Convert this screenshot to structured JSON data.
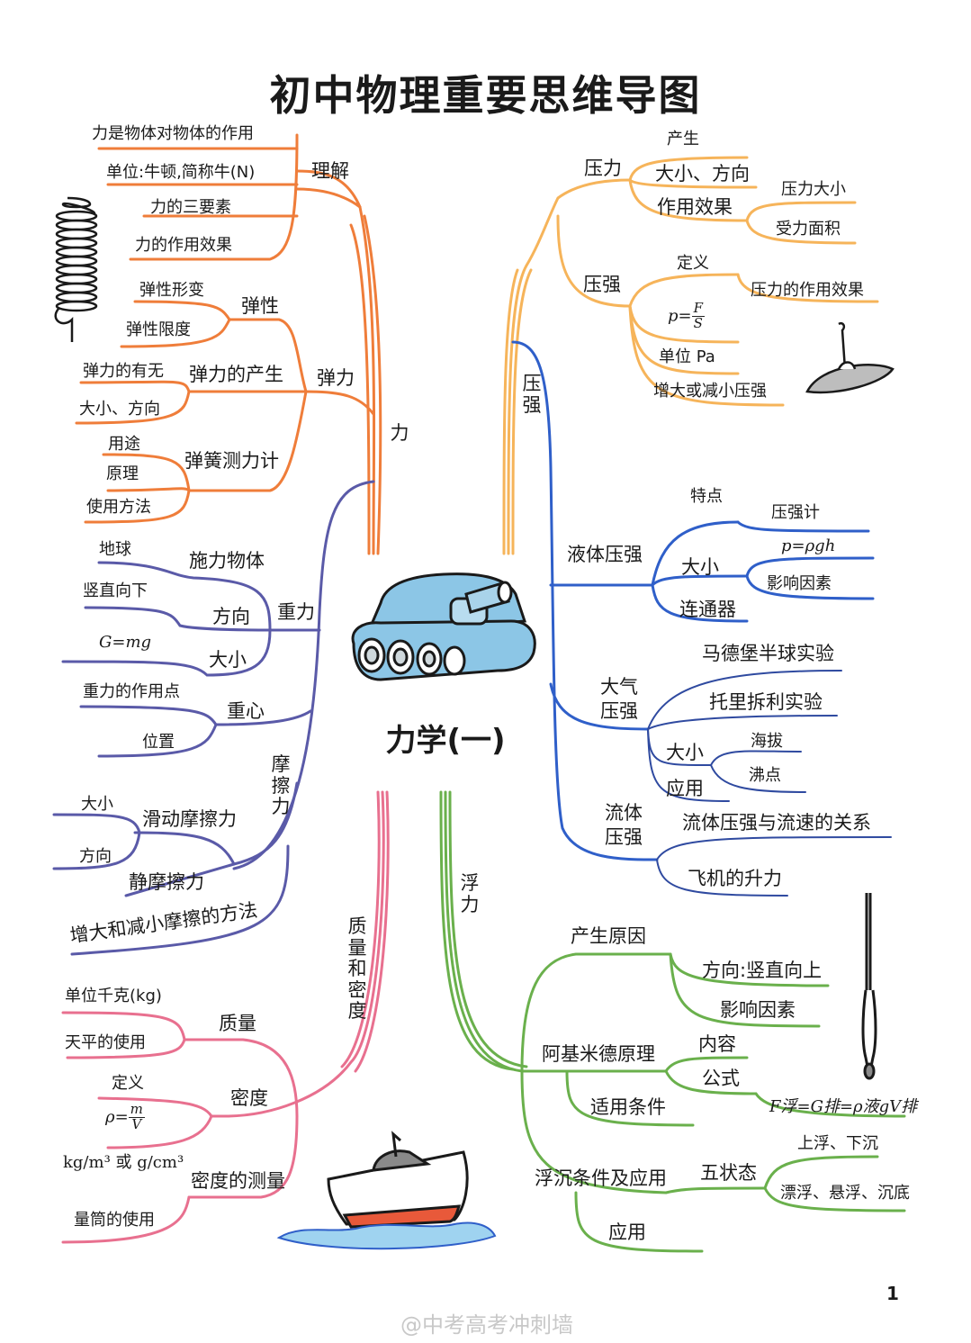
{
  "title": "初中物理重要思维导图",
  "center": "力学(一)",
  "page_number": "1",
  "watermark": "@中考高考冲刺墙",
  "colors": {
    "force": "#ef7d3a",
    "gravity_friction": "#5a5aa8",
    "mass_density": "#e8708f",
    "pressure": "#f6b45a",
    "pressure_blue": "#2f5fc9",
    "buoyancy": "#6ab04c",
    "tank": "#8cc6e6"
  },
  "left": {
    "force": {
      "label": "力",
      "understand": {
        "label": "理解",
        "items": [
          "力是物体对物体的作用",
          "单位:牛顿,简称牛(N)",
          "力的三要素",
          "力的作用效果"
        ]
      },
      "elastic_force": {
        "label": "弹力",
        "elasticity": {
          "label": "弹性",
          "items": [
            "弹性形变",
            "弹性限度"
          ]
        },
        "production": {
          "label": "弹力的产生",
          "items": [
            "弹力的有无",
            "大小、方向"
          ]
        },
        "spring_scale": {
          "label": "弹簧测力计",
          "items": [
            "用途",
            "原理",
            "使用方法"
          ]
        }
      }
    },
    "gravity": {
      "label": "重力",
      "applier": {
        "label": "施力物体",
        "item": "地球"
      },
      "direction": {
        "label": "方向",
        "item": "竖直向下"
      },
      "magnitude": {
        "label": "大小",
        "item": "G=mg"
      },
      "center": {
        "label": "重心",
        "items": [
          "重力的作用点",
          "位置"
        ]
      }
    },
    "friction": {
      "label": "摩擦力",
      "sliding": "滑动摩擦力",
      "static": "静摩擦力",
      "sub_items": [
        "大小",
        "方向"
      ],
      "methods": "增大和减小摩擦的方法"
    },
    "mass_density": {
      "label": "质量和密度",
      "mass": {
        "label": "质量",
        "items": [
          "单位千克(kg)",
          "天平的使用"
        ]
      },
      "density": {
        "label": "密度",
        "def": "定义",
        "formula_lhs": "ρ=",
        "formula_num": "m",
        "formula_den": "V",
        "units": "kg/m³ 或 g/cm³"
      },
      "measure": {
        "label": "密度的测量",
        "item": "量筒的使用"
      }
    }
  },
  "right": {
    "pressure": {
      "label": "压强",
      "force_press": {
        "label": "压力",
        "items": [
          "产生",
          "大小、方向",
          "作用效果"
        ],
        "effect_items": [
          "压力大小",
          "受力面积"
        ]
      },
      "press": {
        "label": "压强",
        "def": "定义",
        "def_item": "压力的作用效果",
        "formula_lhs": "p=",
        "formula_num": "F",
        "formula_den": "S",
        "unit": "单位 Pa",
        "change": "增大或减小压强"
      },
      "liquid": {
        "label": "液体压强",
        "feature": "特点",
        "gauge": "压强计",
        "size": "大小",
        "formula": "p=ρgh",
        "factors": "影响因素",
        "connector": "连通器"
      },
      "atmos": {
        "label": "大气压强",
        "exp1": "马德堡半球实验",
        "exp2": "托里拆利实验",
        "size": "大小",
        "app": "应用",
        "altitude": "海拔",
        "boiling": "沸点"
      },
      "fluid": {
        "label": "流体压强",
        "rel": "流体压强与流速的关系",
        "lift": "飞机的升力"
      }
    },
    "buoyancy": {
      "label": "浮力",
      "cause": {
        "label": "产生原因",
        "items": [
          "方向:竖直向上",
          "影响因素"
        ]
      },
      "archimedes": {
        "label": "阿基米德原理",
        "items": [
          "内容",
          "公式"
        ],
        "condition": "适用条件",
        "formula": "F浮=G排=ρ液gV排"
      },
      "float_sink": {
        "label": "浮沉条件及应用",
        "states": {
          "label": "五状态",
          "items": [
            "上浮、下沉",
            "漂浮、悬浮、沉底"
          ]
        },
        "app": "应用"
      }
    }
  },
  "icons": [
    "spring-icon",
    "spinning-top-icon",
    "tank-icon",
    "ship-icon",
    "hydrometer-icon"
  ]
}
